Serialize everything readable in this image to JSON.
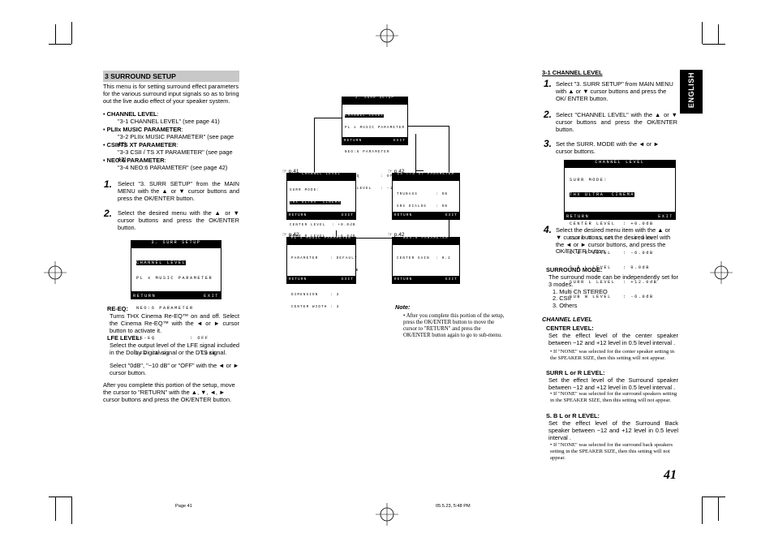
{
  "left": {
    "heading": "3  SURROUND SETUP",
    "intro": "This menu is for setting surround effect parameters for the various surround input signals so as to bring out the live audio effect of your speaker system.",
    "bullets": [
      {
        "title": "CHANNEL LEVEL",
        "sub": "\"3-1 CHANNEL LEVEL\"  (see page 41)"
      },
      {
        "title": "PLIIx MUSIC PARAMETER",
        "sub": "\"3-2 PLIIx MUSIC PARAMETER\"  (see page 42)"
      },
      {
        "title": "CSII/TS XT PARAMETER",
        "sub": "\"3-3 CSII / TS XT PARAMETER\" (see page 42)"
      },
      {
        "title": "NEO:6 PARAMETER",
        "sub": "\"3-4 NEO:6 PARAMETER\"  (see page 42)"
      }
    ],
    "step1": "Select \"3. SURR SETUP\" from the MAIN MENU with the ▲ or ▼ cursor buttons and press the OK/ENTER button.",
    "step2": "Select the desired menu with the ▲ or ▼ cursor buttons and press the OK/ENTER button.",
    "lcd": {
      "title": "3. SURR SETUP",
      "lines": [
        "CHANNEL LEVEL",
        "PL x MUSIC PARAMETER",
        "CS /TS XT PARAMETER",
        "NEO:6 PARAMETER",
        "",
        "RE-EQ         : OFF",
        "LFE LEVEL     : -10dB"
      ],
      "return": "RETURN",
      "exit": "EXIT"
    },
    "reeq_title": "RE-EQ:",
    "reeq_text": "Turns THX Cinema Re-EQ™ on and off. Select the Cinema Re-EQ™ with the ◄ or ► cursor button to activate it.",
    "lfe_title": "LFE LEVEL:",
    "lfe_text": "Select the output level of the LFE signal included in the Dolby Digital signal or the DTS signal.",
    "lfe_text2": "Select \"0dB\", \"−10 dB\" or \"OFF\" with the ◄ or ► cursor button.",
    "after": "After you complete this portion of the setup, move the cursor to \"RETURN\" with the ▲, ▼, ◄, ► cursor buttons and press the OK/ENTER button."
  },
  "middle": {
    "top_lcd": {
      "title": "3. SURR SETUP",
      "lines": [
        "CHANNEL LEVEL",
        "PL x MUSIC PARAMETER",
        "CS /TS XT PARAMETER",
        "NEO:6 PARAMETER",
        "",
        "RE-EQ       : OFF",
        "LFE LEVEL   : -10dB"
      ],
      "return": "RETURN",
      "exit": "EXIT"
    },
    "ref_41": "p.41",
    "ref_42a": "p.42",
    "ref_42b": "p.42",
    "ref_42c": "p.42",
    "lcd_channel": {
      "title": "CHANNEL LEVEL",
      "lines": [
        "SURR MODE:",
        "THX ULTRA  CINEMA",
        "",
        "CENTER LEVEL  : +0.0dB",
        "SURR R LEVEL  : -6.0dB",
        "S.B R LEVEL   : -6.0dB",
        "S.B L LEVEL   : 0.0dB",
        "SURR L LEVEL  : +12.0dB",
        "SUB W LEVEL   : -6.0dB"
      ],
      "return": "RETURN",
      "exit": "EXIT"
    },
    "lcd_cs": {
      "title": "CS /TS XT PARAMETER",
      "lines": [
        "TRUBASS      : ON",
        "SRS DIALOG   : ON"
      ],
      "return": "RETURN",
      "exit": "EXIT"
    },
    "lcd_pl": {
      "title": "PL x MUSIC PARAMETER",
      "lines": [
        "PARAMETER    : DEFAULT",
        "",
        "PANORAMA     : OFF",
        "DIMENSION    : 3",
        "CENTER WIDTH : 3"
      ],
      "return": "RETURN",
      "exit": "EXIT"
    },
    "lcd_neo": {
      "title": "NEO:6 PARAMETER",
      "lines": [
        "CENTER GAIN  : 0.2"
      ],
      "return": "RETURN",
      "exit": "EXIT"
    },
    "note_title": "Note:",
    "note_text": "After you complete this portion of the setup, press the OK/ENTER button to move the cursor to \"RETURN\" and press the OK/ENTER button again to go to sub-menu."
  },
  "right": {
    "tab": "ENGLISH",
    "heading": "3-1  CHANNEL LEVEL",
    "step1": "Select \"3. SURR SETUP\" from MAIN MENU with ▲ or ▼ cursor buttons and press the OK/ ENTER button.",
    "step2": "Select \"CHANNEL LEVEL\" with the ▲ or ▼ cursor buttons and press the OK/ENTER button.",
    "step3": "Set the SURR. MODE with the ◄ or ► cursor buttons.",
    "step4": "Select the desired menu item with the ▲ or ▼ cursor buttons, set the desired level with the ◄ or ► cursor buttons, and press the OK/ENTER button.",
    "lcd": {
      "title": "CHANNEL LEVEL",
      "lines": [
        "SURR MODE:",
        "THX ULTRA  CINEMA",
        "",
        "CENTER LEVEL  : +0.0dB",
        "SURR R LEVEL  : -6.0dB",
        "S.B R LEVEL   : -6.0dB",
        "S.B L LEVEL   : 0.0dB",
        "SURR L LEVEL  : +12.0dB",
        "SUB W LEVEL   : -6.0dB"
      ],
      "return": "RETURN",
      "exit": "EXIT"
    },
    "surr_mode_title": "SURROUND MODE:",
    "surr_mode_text": "The surround mode can be independently set for 3 modes.",
    "modes": [
      "1. Multi Ch STEREO",
      "2. CSII",
      "3. Others"
    ],
    "channel_level_title": "CHANNEL LEVEL",
    "center_title": "CENTER LEVEL:",
    "center_text": "Set the effect level of the center speaker between −12 and +12 level in 0.5 level interval .",
    "center_note": "If \"NONE\" was selected for the center speaker setting in the SPEAKER SIZE, then this setting will not appear.",
    "surr_title": "SURR L or R LEVEL:",
    "surr_text": "Set the effect level of the Surround speaker between −12 and +12 level in 0.5 level interval .",
    "surr_note": "If \"NONE\" was selected for the surround speakers setting in the SPEAKER SIZE, then this setting will not appear.",
    "sb_title": "S. B L or R LEVEL:",
    "sb_text": "Set the effect level of the Surround Back speaker between −12 and +12 level in 0.5 level interval .",
    "sb_note": "If \"NONE\" was selected for the surround back speakers setting in the SPEAKER SIZE, then this setting will not appear.",
    "page_number": "41"
  },
  "footer": {
    "page": "Page 41",
    "date": "05.5.23, 5:48 PM"
  }
}
